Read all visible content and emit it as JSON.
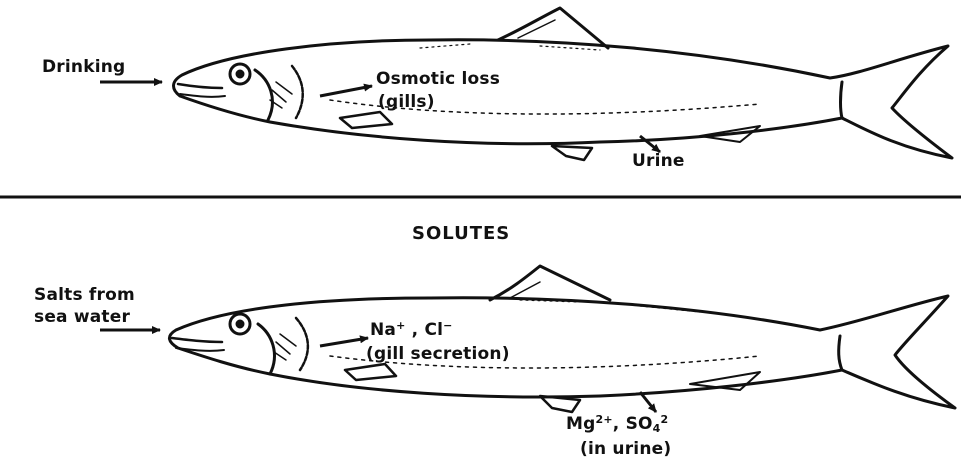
{
  "water_panel": {
    "input_label": "Drinking",
    "gill_label_line1": "Osmotic loss",
    "gill_label_line2": "(gills)",
    "kidney_label": "Urine"
  },
  "solutes_panel": {
    "title": "SOLUTES",
    "input_label_line1": "Salts from",
    "input_label_line2": "sea water",
    "gill_ion_na": "Na",
    "gill_ion_na_charge": "+",
    "gill_ion_sep": " , ",
    "gill_ion_cl": "Cl",
    "gill_ion_cl_charge": "−",
    "gill_label_line2": "(gill secretion)",
    "kidney_ion_mg": "Mg",
    "kidney_ion_mg_charge": "2+",
    "kidney_ion_sep": ", ",
    "kidney_ion_so": "SO",
    "kidney_ion_so_sub": "4",
    "kidney_ion_so_charge": "2",
    "kidney_label_line2": "(in urine)"
  },
  "colors": {
    "ink": "#111111",
    "background": "#ffffff"
  }
}
